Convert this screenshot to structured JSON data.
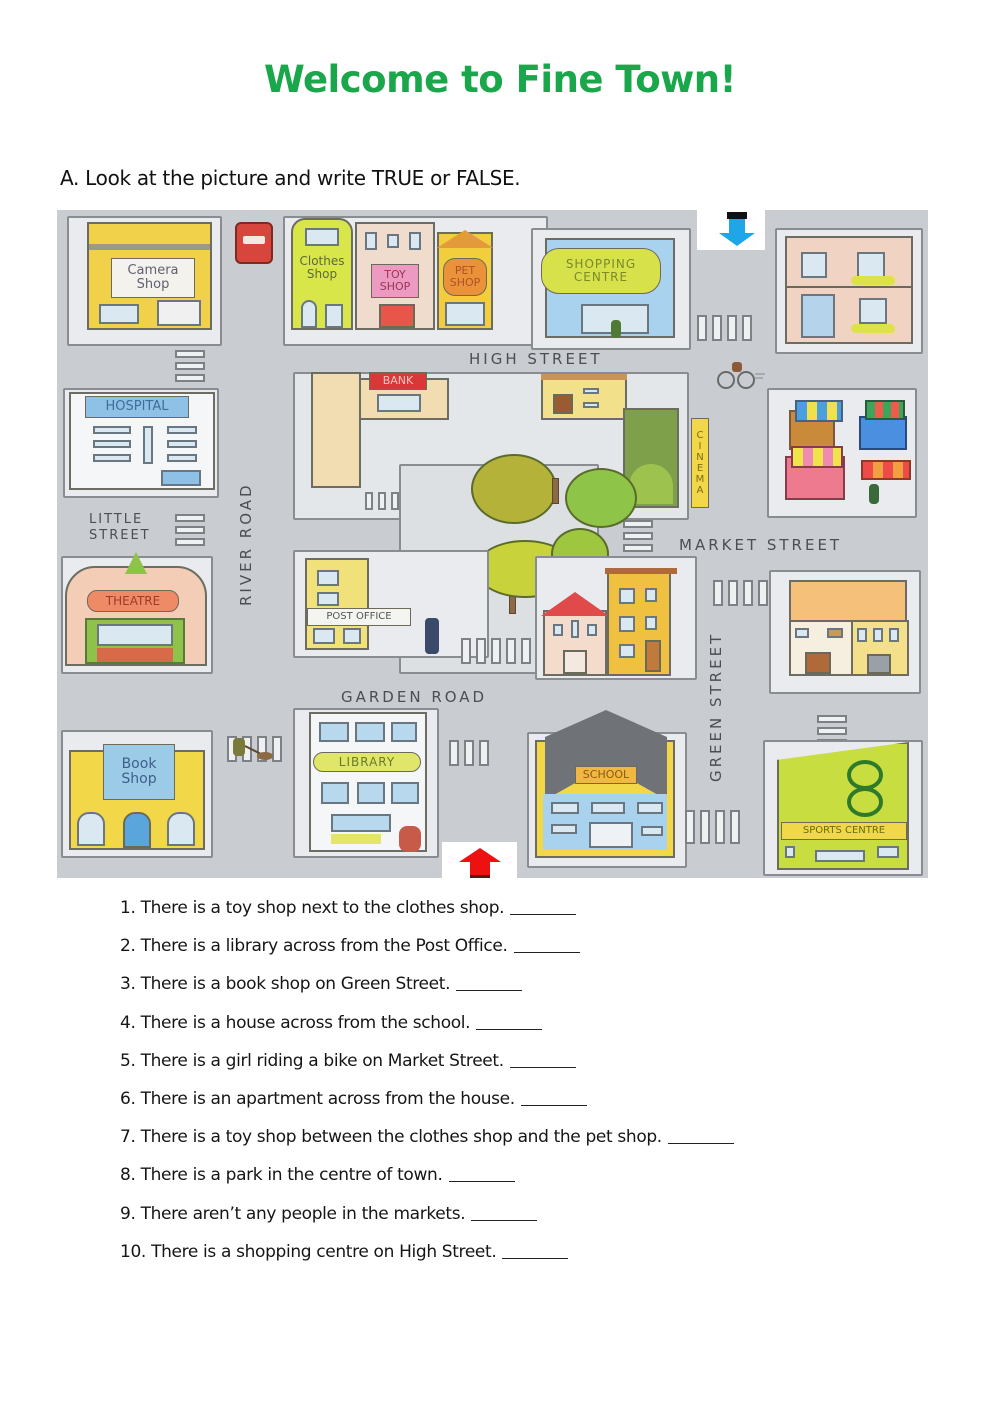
{
  "header": {
    "title": "Welcome to Fine Town!",
    "title_color": "#1aa64a"
  },
  "section_a": {
    "instruction": "A. Look at the picture and write TRUE or FALSE."
  },
  "map": {
    "buildings": {
      "camera_shop": "Camera Shop",
      "clothes_shop": "Clothes Shop",
      "toy_shop": "TOY SHOP",
      "pet_shop": "PET SHOP",
      "shopping_centre": "SHOPPING CENTRE",
      "hospital": "HOSPITAL",
      "bank": "BANK",
      "cinema": "CINEMA",
      "theatre": "THEATRE",
      "post_office": "POST OFFICE",
      "book_shop": "Book Shop",
      "library": "LIBRARY",
      "school": "SCHOOL",
      "sports_centre": "SPORTS CENTRE"
    },
    "streets": {
      "high_street": "HIGH STREET",
      "river_road": "RIVER ROAD",
      "little_street": "LITTLE STREET",
      "market_street": "MARKET STREET",
      "garden_road": "GARDEN ROAD",
      "green_street": "GREEN STREET"
    },
    "icons": {
      "entry_arrow_top": "arrow-down-blue",
      "entry_arrow_bottom": "arrow-up-red"
    },
    "colors": {
      "road": "#c9cdd2",
      "arrow_blue": "#1ea7e8",
      "arrow_red": "#ee1111"
    }
  },
  "questions": [
    {
      "number": "1.",
      "text": "There is a toy shop next to the clothes shop.",
      "answer": ""
    },
    {
      "number": "2.",
      "text": "There is a library across from the Post Office.",
      "answer": ""
    },
    {
      "number": "3.",
      "text": "There is a book shop on Green Street.",
      "answer": ""
    },
    {
      "number": "4.",
      "text": "There is a house across from the school.",
      "answer": ""
    },
    {
      "number": "5.",
      "text": "There is a girl riding a bike on Market Street.",
      "answer": ""
    },
    {
      "number": "6.",
      "text": "There is an apartment across from the house.",
      "answer": ""
    },
    {
      "number": "7.",
      "text": "There is a toy shop between the clothes shop and the pet shop.",
      "answer": ""
    },
    {
      "number": "8.",
      "text": "There is a park in the centre of town.",
      "answer": ""
    },
    {
      "number": "9.",
      "text": "There aren’t any people in the markets.",
      "answer": ""
    },
    {
      "number": "10.",
      "text": "There is a shopping centre on High Street.",
      "answer": ""
    }
  ]
}
